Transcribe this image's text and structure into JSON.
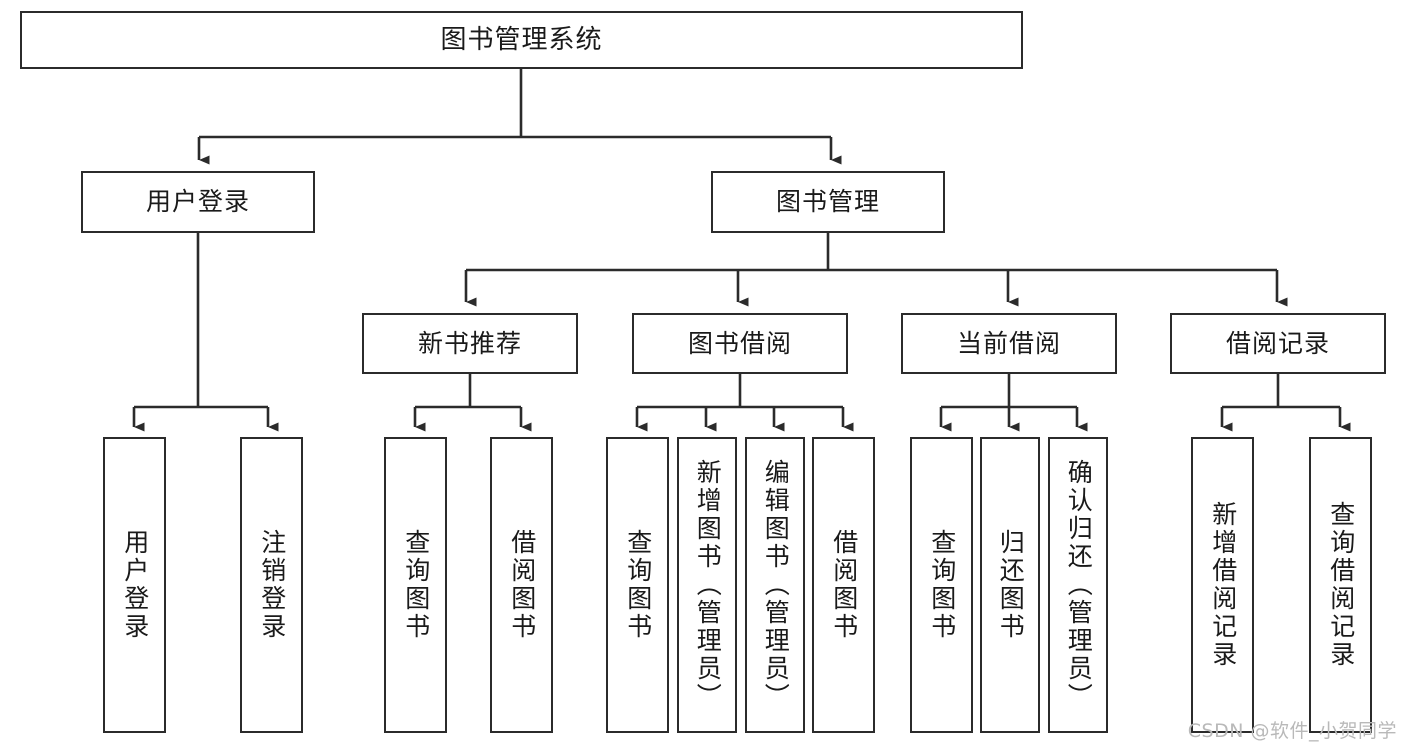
{
  "diagram": {
    "title": "图书管理系统",
    "type": "tree-hierarchy-chart",
    "root": {
      "label": "图书管理系统"
    },
    "level2": [
      {
        "label": "用户登录"
      },
      {
        "label": "图书管理"
      }
    ],
    "level3": [
      {
        "label": "新书推荐"
      },
      {
        "label": "图书借阅"
      },
      {
        "label": "当前借阅"
      },
      {
        "label": "借阅记录"
      }
    ],
    "leaves": {
      "user_login": [
        {
          "label": "用户登录"
        },
        {
          "label": "注销登录"
        }
      ],
      "new_book_recommend": [
        {
          "label": "查询图书"
        },
        {
          "label": "借阅图书"
        }
      ],
      "book_borrow": [
        {
          "label": "查询图书"
        },
        {
          "label": "新增图书（管理员）"
        },
        {
          "label": "编辑图书（管理员）"
        },
        {
          "label": "借阅图书"
        }
      ],
      "current_borrow": [
        {
          "label": "查询图书"
        },
        {
          "label": "归还图书"
        },
        {
          "label": "确认归还（管理员）"
        }
      ],
      "borrow_records": [
        {
          "label": "新增借阅记录"
        },
        {
          "label": "查询借阅记录"
        }
      ]
    }
  },
  "watermark": {
    "text": "CSDN @软件_小贺同学"
  },
  "colors": {
    "stroke": "#2b2b2b",
    "fill": "#ffffff",
    "text": "#1a1a1a",
    "watermark": "#b9b9b9"
  }
}
